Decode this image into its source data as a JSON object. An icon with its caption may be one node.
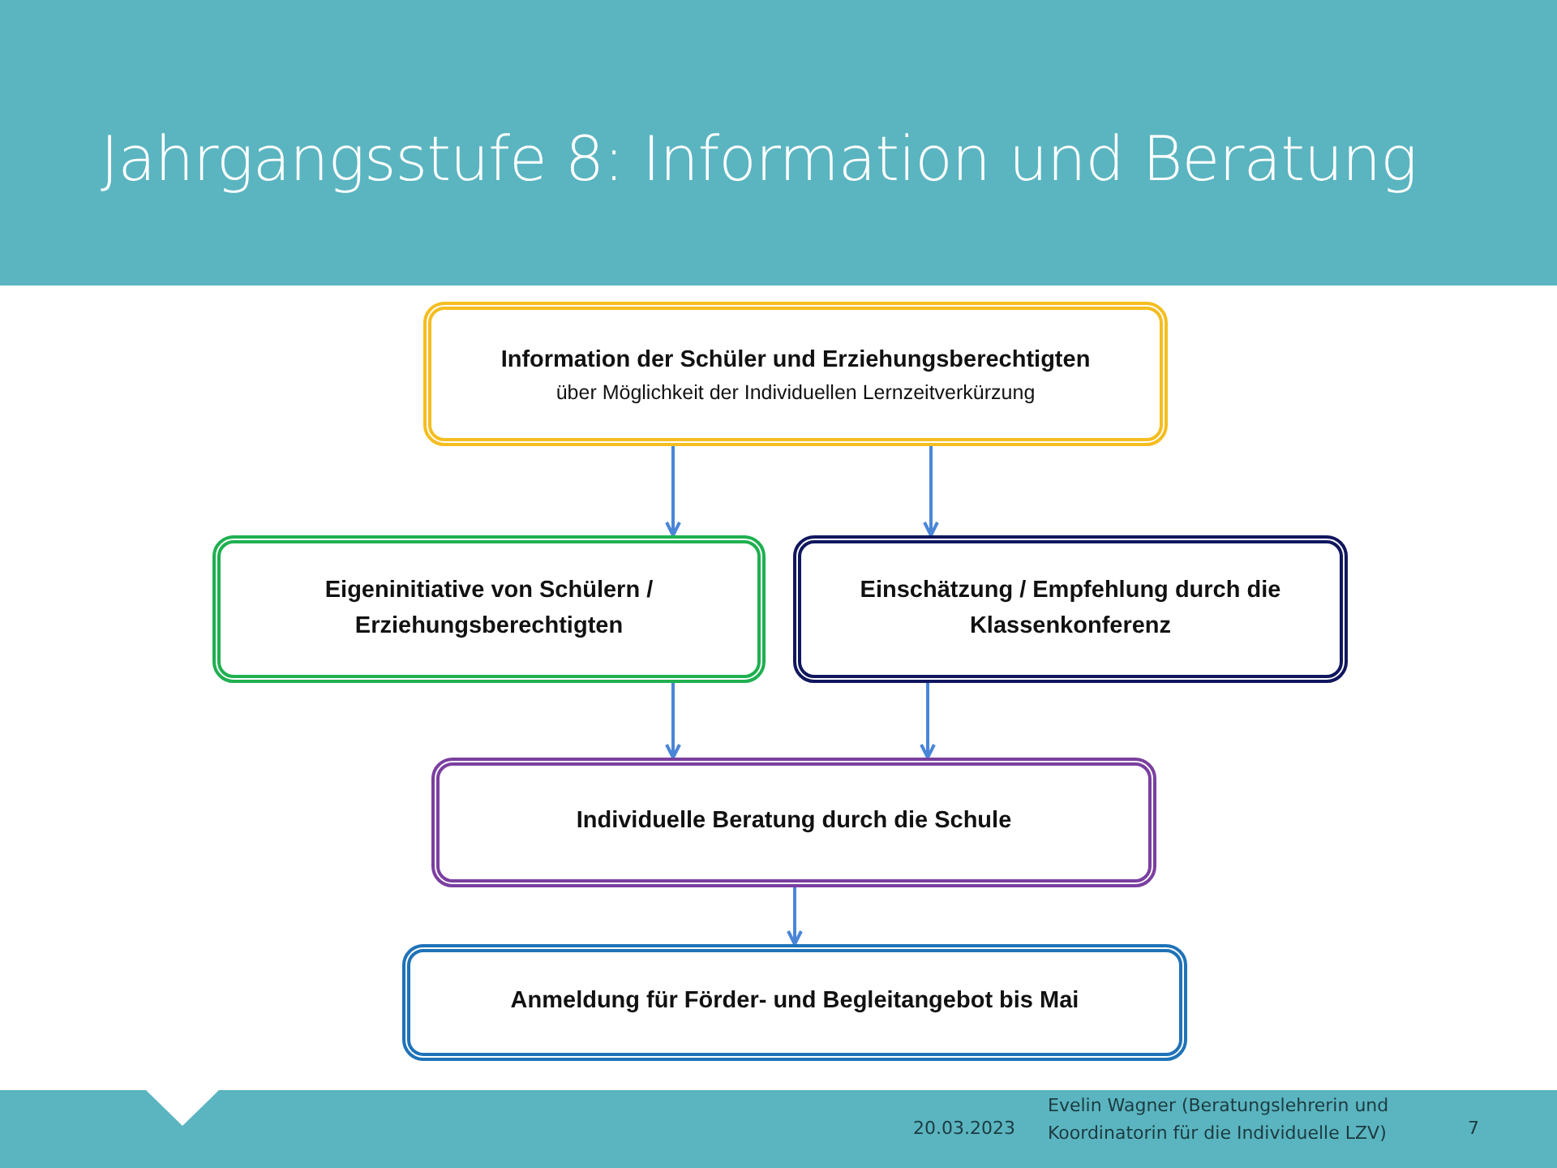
{
  "diagram": {
    "title": "Jahrgangsstufe 8: Information und Beratung",
    "nodes": [
      {
        "text": [
          "Information der Schüler und Erziehungsberechtigten",
          "über Möglichkeit der Individuellen Lernzeitverkürzung"
        ]
      },
      {
        "text": [
          "Eigeninitiative von Schülern / Erziehungsberechtigten"
        ]
      },
      {
        "text": [
          "Einschätzung / Empfehlung durch die Klassenkonferenz"
        ]
      },
      {
        "text": [
          "Individuelle Beratung durch die Schule"
        ]
      },
      {
        "text": [
          "Anmeldung für Förder- und Begleitangebot bis Mai"
        ]
      }
    ],
    "edges": [
      {
        "from": 0,
        "to": 1,
        "arrow": "to"
      },
      {
        "from": 0,
        "to": 2,
        "arrow": "to"
      },
      {
        "from": 1,
        "to": 3,
        "arrow": "to"
      },
      {
        "from": 2,
        "to": 3,
        "arrow": "to"
      },
      {
        "from": 3,
        "to": 4,
        "arrow": "to"
      }
    ],
    "labels": [
      "20.03.2023",
      "Evelin Wagner (Beratungslehrerin und Koordinatorin für die Individuelle LZV)",
      "7"
    ]
  }
}
